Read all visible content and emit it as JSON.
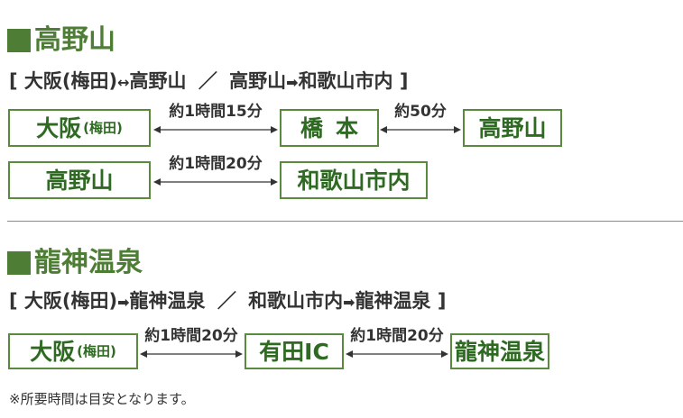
{
  "sections": [
    {
      "title": "高野山",
      "route": {
        "open": "[",
        "seg1_from": "大阪(梅田)",
        "seg1_arrow": "↔",
        "seg1_to": "高野山",
        "sep": "／",
        "seg2_from": "高野山",
        "seg2_arrow": "➡",
        "seg2_to": "和歌山市内",
        "close": "]"
      },
      "row1": {
        "stop1_main": "大阪",
        "stop1_sub": "(梅田)",
        "time1": "約1時間15分",
        "stop2": "橋本",
        "time2": "約50分",
        "stop3": "高野山"
      },
      "row2": {
        "stop1": "高野山",
        "time1": "約1時間20分",
        "stop2": "和歌山市内"
      }
    },
    {
      "title": "龍神温泉",
      "route": {
        "open": "[",
        "seg1_from": "大阪(梅田)",
        "seg1_arrow": "➡",
        "seg1_to": "龍神温泉",
        "sep": "／",
        "seg2_from": "和歌山市内",
        "seg2_arrow": "➡",
        "seg2_to": "龍神温泉",
        "close": "]"
      },
      "row1": {
        "stop1_main": "大阪",
        "stop1_sub": "(梅田)",
        "time1": "約1時間20分",
        "stop2": "有田IC",
        "time2": "約1時間20分",
        "stop3": "龍神温泉"
      }
    }
  ],
  "note": "※所要時間は目安となります。",
  "colors": {
    "accent": "#4e7e35",
    "box_border": "#5a8a3e",
    "box_text": "#2f6a22",
    "text": "#333333"
  }
}
